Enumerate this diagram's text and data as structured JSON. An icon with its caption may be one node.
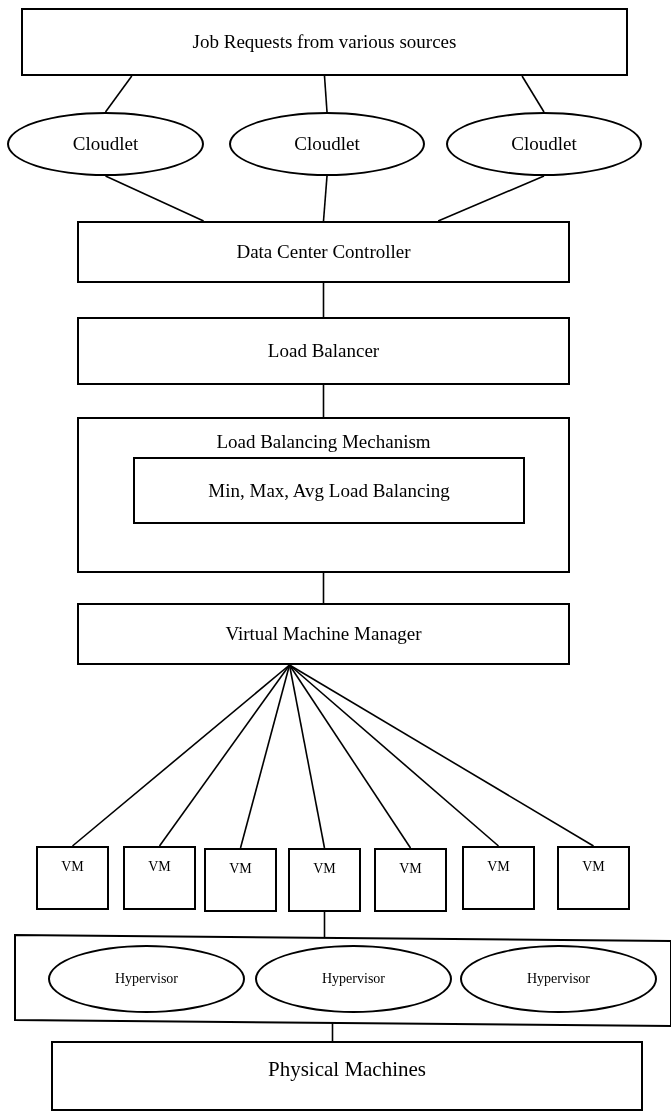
{
  "diagram": {
    "nodes": [
      {
        "text": [
          "Job Requests from various sources"
        ]
      },
      {
        "text": [
          "Cloudlet"
        ]
      },
      {
        "text": [
          "Cloudlet"
        ]
      },
      {
        "text": [
          "Cloudlet"
        ]
      },
      {
        "text": [
          "Data Center Controller"
        ]
      },
      {
        "text": [
          "Load Balancer"
        ]
      },
      {
        "text": [
          "Load Balancing Mechanism"
        ]
      },
      {
        "text": [
          "Min, Max, Avg Load Balancing"
        ],
        "in": 6
      },
      {
        "text": [
          "Virtual Machine Manager"
        ]
      },
      {
        "text": [
          "VM"
        ]
      },
      {
        "text": [
          "VM"
        ]
      },
      {
        "text": [
          "VM"
        ]
      },
      {
        "text": [
          "VM"
        ]
      },
      {
        "text": [
          "VM"
        ]
      },
      {
        "text": [
          "VM"
        ]
      },
      {
        "text": [
          "VM"
        ]
      },
      {
        "text": [],
        "shape": "box"
      },
      {
        "text": [
          "Hypervisor"
        ],
        "in": 16
      },
      {
        "text": [
          "Hypervisor"
        ],
        "in": 16
      },
      {
        "text": [
          "Hypervisor"
        ],
        "in": 16
      },
      {
        "text": [
          "Physical Machines"
        ]
      }
    ],
    "edges": [
      {
        "from": 0,
        "to": 1,
        "arrow": "none"
      },
      {
        "from": 0,
        "to": 2,
        "arrow": "none"
      },
      {
        "from": 0,
        "to": 3,
        "arrow": "none"
      },
      {
        "from": 1,
        "to": 4,
        "arrow": "none"
      },
      {
        "from": 2,
        "to": 4,
        "arrow": "none"
      },
      {
        "from": 3,
        "to": 4,
        "arrow": "none"
      },
      {
        "from": 4,
        "to": 5,
        "arrow": "none"
      },
      {
        "from": 5,
        "to": 6,
        "arrow": "none"
      },
      {
        "from": 6,
        "to": 8,
        "arrow": "none"
      },
      {
        "from": 8,
        "to": 9,
        "arrow": "none"
      },
      {
        "from": 8,
        "to": 10,
        "arrow": "none"
      },
      {
        "from": 8,
        "to": 11,
        "arrow": "none"
      },
      {
        "from": 8,
        "to": 12,
        "arrow": "none"
      },
      {
        "from": 8,
        "to": 13,
        "arrow": "none"
      },
      {
        "from": 8,
        "to": 14,
        "arrow": "none"
      },
      {
        "from": 8,
        "to": 15,
        "arrow": "none"
      },
      {
        "from": 12,
        "to": 16,
        "arrow": "none"
      },
      {
        "from": 16,
        "to": 20,
        "arrow": "none"
      }
    ]
  }
}
